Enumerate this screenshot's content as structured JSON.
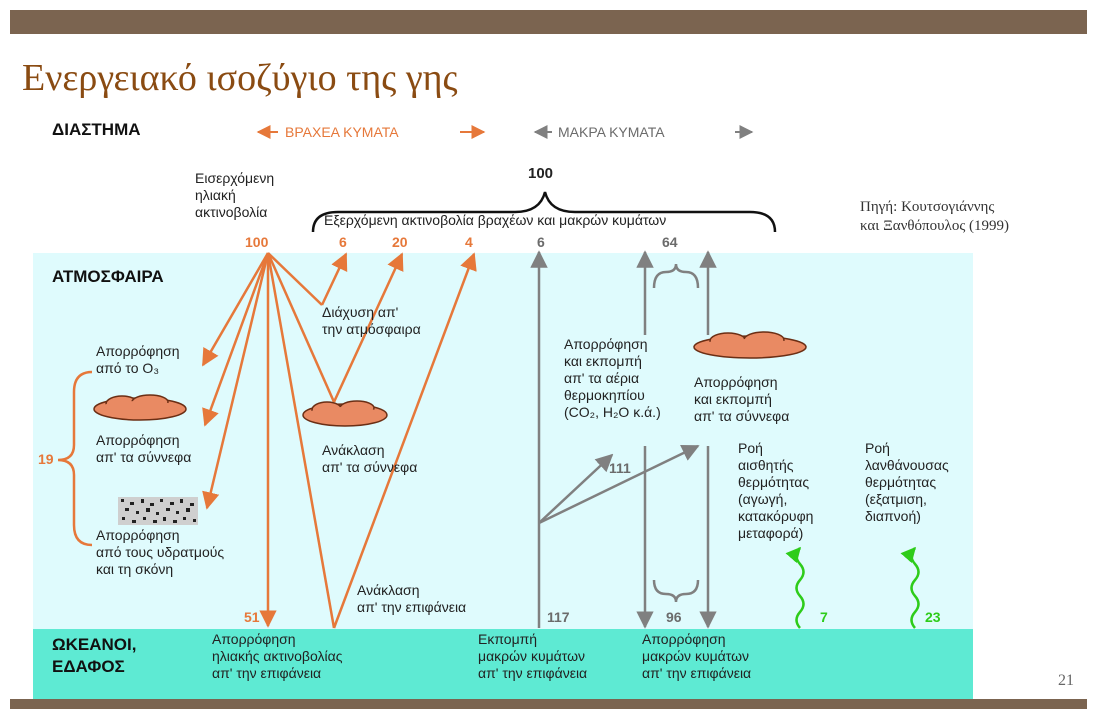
{
  "title": "Ενεργειακό ισοζύγιο της γης",
  "page_number": "21",
  "source": "Πηγή: Κουτσογιάννης\nκαι Ξανθόπουλος (1999)",
  "zones": {
    "space": "ΔΙΑΣΤΗΜΑ",
    "atmosphere": "ΑΤΜΟΣΦΑΙΡΑ",
    "surface": "ΩΚΕΑΝΟΙ,\nΕΔΑΦΟΣ"
  },
  "legend": {
    "short_waves": "ΒΡΑΧΕΑ ΚΥΜΑΤΑ",
    "long_waves": "ΜΑΚΡΑ ΚΥΜΑΤΑ"
  },
  "labels": {
    "incoming": "Εισερχόμενη\nηλιακή\nακτινοβολία",
    "outgoing_total": "100",
    "outgoing": "Εξερχόμενη ακτινοβολία βραχέων και μακρών κυμάτων",
    "scatter_atm": "Διάχυση απ'\nτην ατμόσφαιρα",
    "abs_o3": "Απορρόφηση\nαπό το Ο₃",
    "abs_clouds": "Απορρόφηση\nαπ' τα σύννεφα",
    "abs_vapor": "Απορρόφηση\nαπό τους υδρατμούς\nκαι τη σκόνη",
    "refl_clouds": "Ανάκλαση\nαπ' τα σύννεφα",
    "refl_surface": "Ανάκλαση\nαπ' την επιφάνεια",
    "abs_em_gases": "Απορρόφηση\nκαι εκπομπή\nαπ' τα αέρια\nθερμοκηπίου\n(CO₂, H₂O κ.ά.)",
    "abs_em_clouds": "Απορρόφηση\nκαι εκπομπή\nαπ' τα σύννεφα",
    "sensible_heat": "Ροή\nαισθητής\nθερμότητας\n(αγωγή,\nκατακόρυφη\nμεταφορά)",
    "latent_heat": "Ροή\nλανθάνουσας\nθερμότητας\n(εξατμιση,\nδιαπνοή)",
    "abs_solar_surface": "Απορρόφηση\nηλιακής ακτινοβολίας\nαπ' την επιφάνεια",
    "emit_long_surface": "Εκπομπή\nμακρών κυμάτων\nαπ' την επιφάνεια",
    "abs_long_surface": "Απορρόφηση\nμακρών κυμάτων\nαπ' την επιφάνεια"
  },
  "values": {
    "incoming": "100",
    "scatter_out": "6",
    "cloud_refl_out": "20",
    "surface_refl_out": "4",
    "surface_long_out": "6",
    "atm_long_out": "64",
    "atm_absorbed": "19",
    "surface_absorbed": "51",
    "surface_emitted": "117",
    "atm_exchange": "111",
    "back_radiation": "96",
    "sensible": "7",
    "latent": "23"
  },
  "colors": {
    "short_wave": "#e6783a",
    "long_wave": "#808080",
    "heat_flux": "#2ecc1a",
    "atmosphere": "#dffbfd",
    "surface": "#5eead3",
    "frame": "#7b6450",
    "title": "#8a4b12"
  }
}
